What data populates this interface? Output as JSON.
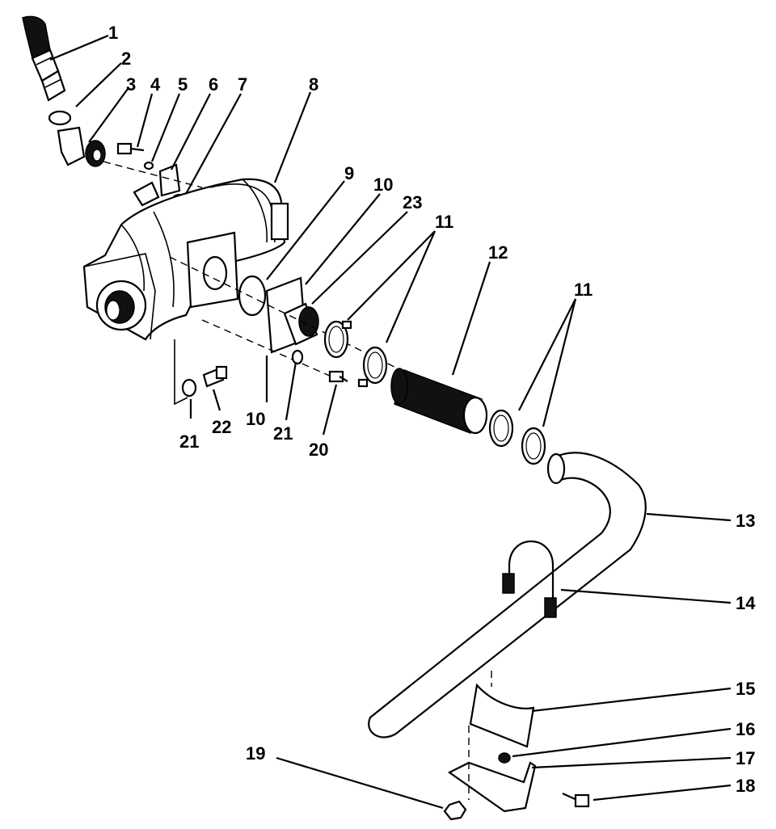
{
  "callouts": {
    "c1": "1",
    "c2": "2",
    "c3": "3",
    "c4": "4",
    "c5": "5",
    "c6": "6",
    "c7": "7",
    "c8": "8",
    "c9": "9",
    "c10a": "10",
    "c10b": "10",
    "c23": "23",
    "c11a": "11",
    "c11b": "11",
    "c12": "12",
    "c13": "13",
    "c14": "14",
    "c15": "15",
    "c16": "16",
    "c17": "17",
    "c18": "18",
    "c19": "19",
    "c20": "20",
    "c21a": "21",
    "c21b": "21",
    "c22": "22"
  }
}
